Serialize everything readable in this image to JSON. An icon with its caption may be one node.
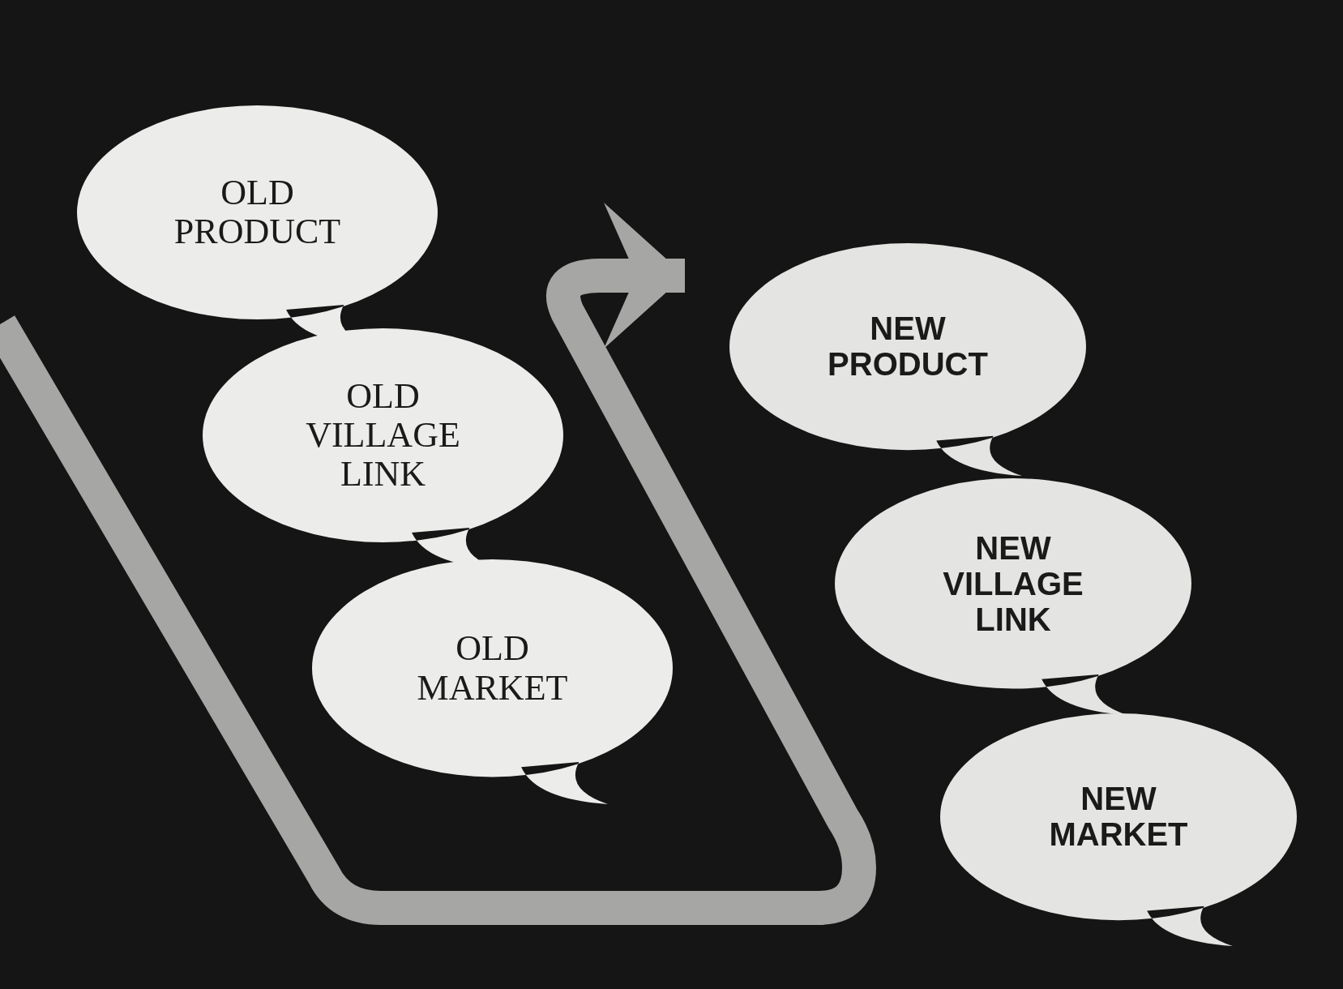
{
  "diagram": {
    "nodes": [
      {
        "text": [
          "OLD PRODUCT"
        ]
      },
      {
        "text": [
          "OLD VILLAGE LINK"
        ]
      },
      {
        "text": [
          "OLD MARKET"
        ]
      },
      {
        "text": [
          "NEW PRODUCT"
        ]
      },
      {
        "text": [
          "NEW VILLAGE LINK"
        ]
      },
      {
        "text": [
          "NEW MARKET"
        ]
      }
    ],
    "edges": [
      {
        "from": null,
        "to": 3,
        "arrow": "to"
      }
    ]
  }
}
